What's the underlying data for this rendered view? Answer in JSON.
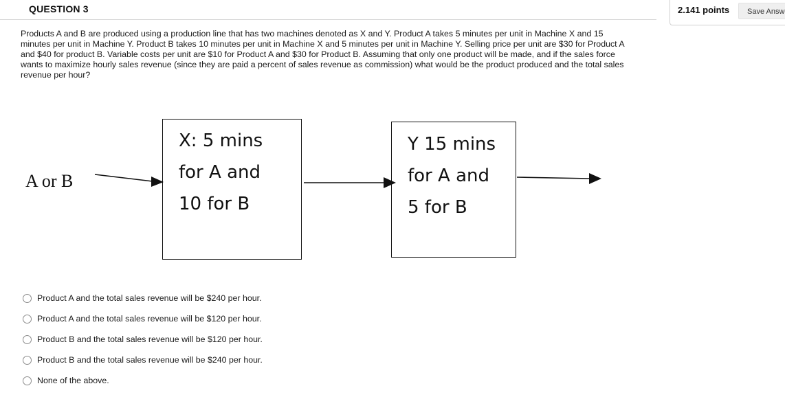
{
  "question": {
    "title": "QUESTION 3",
    "points": "2.141 points",
    "save_label": "Save Answer",
    "prompt": "Products A and B are produced using a production line that has two machines denoted as X and Y. Product A takes 5 minutes per unit in Machine X and 15 minutes per unit in Machine Y. Product B takes 10 minutes per unit in Machine X and 5 minutes per unit in Machine Y. Selling price per unit are $30 for Product A and $40 for product B. Variable costs per unit are $10 for Product A and $30  for Product B. Assuming that only one product will be made, and  if the sales force wants to maximize hourly sales revenue (since they are paid a percent of sales revenue as commission) what would be the product produced and the total sales revenue per hour?"
  },
  "diagram": {
    "input_label": "A or B",
    "machine_x": {
      "lines": [
        "X: 5 mins",
        "for A and",
        "10 for B"
      ]
    },
    "machine_y": {
      "lines": [
        "Y 15 mins",
        "for A and",
        "5 for B"
      ]
    }
  },
  "options": [
    "Product A and the total sales revenue will be $240 per hour.",
    "Product A and the total sales revenue will be $120 per hour.",
    "Product B and the total sales revenue will be $120 per hour.",
    "Product B and the total sales revenue will be $240 per hour.",
    "None of the above."
  ]
}
